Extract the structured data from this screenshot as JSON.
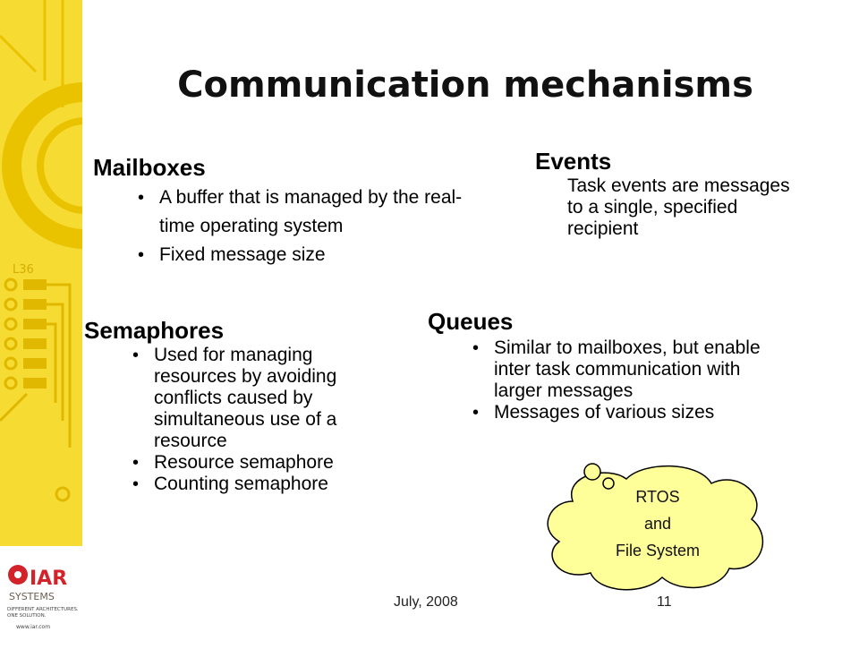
{
  "slide": {
    "title": "Communication mechanisms",
    "mailboxes": {
      "heading": "Mailboxes",
      "items": [
        "A buffer that is managed by the real-time operating system",
        "Fixed message size"
      ]
    },
    "events": {
      "heading": "Events",
      "text": "Task events are messages to a single, specified recipient"
    },
    "semaphores": {
      "heading": "Semaphores",
      "items": [
        "Used for managing resources by avoiding conflicts caused by simultaneous use of a resource",
        "Resource semaphore",
        "Counting semaphore"
      ]
    },
    "queues": {
      "heading": "Queues",
      "items": [
        "Similar to mailboxes, but enable inter task communication with larger messages",
        "Messages of various sizes"
      ]
    },
    "cloud": {
      "line1": "RTOS",
      "line2": "and",
      "line3": "File System"
    },
    "footer": {
      "date": "July, 2008",
      "page": "11"
    },
    "branding": {
      "chip_label": "L36",
      "logo_name": "IAR",
      "logo_sub": "SYSTEMS",
      "tagline1": "DIFFERENT ARCHITECTURES.",
      "tagline2": "ONE SOLUTION.",
      "url": "www.iar.com"
    }
  },
  "colors": {
    "sidebar": "#F6DB33",
    "sidebar_circuit": "#E9C200",
    "cloud_fill": "#FFFF99",
    "logo_red": "#D2232A"
  }
}
